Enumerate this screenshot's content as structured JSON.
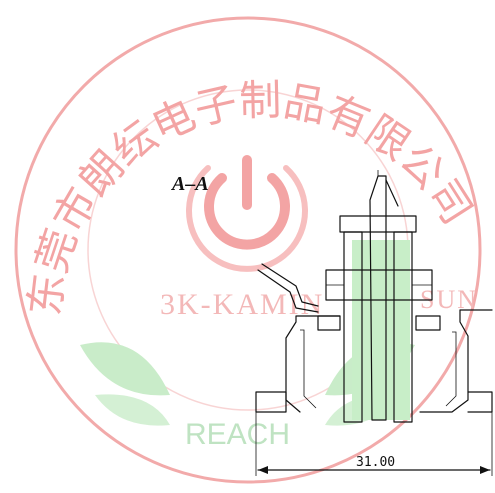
{
  "section_label": "A–A",
  "dimension_label": "31.00",
  "watermark": {
    "company": "东莞市朗纭电子制品有限公司",
    "brand": "3K-KAMIN",
    "brand_tail": "SUN",
    "reach": "REACH"
  },
  "colors": {
    "watermark_red": "#f3a4a4",
    "watermark_green": "#bfe3c2",
    "fill_green": "#c8eec8",
    "line": "#111111"
  }
}
